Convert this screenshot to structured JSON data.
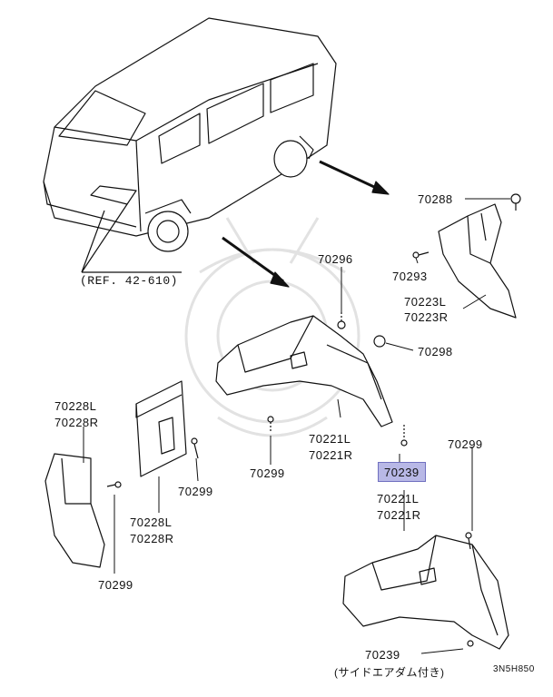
{
  "diagram": {
    "ref_label": "(REF. 42-610)",
    "diagram_code": "3N5H850",
    "highlight_color": "#b8b8e6",
    "watermark_color": "#e2e2e2",
    "parts": {
      "p70288": "70288",
      "p70293": "70293",
      "p70223l": "70223L",
      "p70223r": "70223R",
      "p70296": "70296",
      "p70298": "70298",
      "p70228l_top": "70228L",
      "p70228r_top": "70228R",
      "p70221l_mid": "70221L",
      "p70221r_mid": "70221R",
      "p70299_right": "70299",
      "p70299_mid1": "70299",
      "p70299_mid2": "70299",
      "p70239_hl": "70239",
      "p70221l_low": "70221L",
      "p70221r_low": "70221R",
      "p70228l_bot": "70228L",
      "p70228r_bot": "70228R",
      "p70299_left": "70299",
      "p70239_bot": "70239"
    },
    "note_japanese": "(サイドエアダム付き)"
  }
}
